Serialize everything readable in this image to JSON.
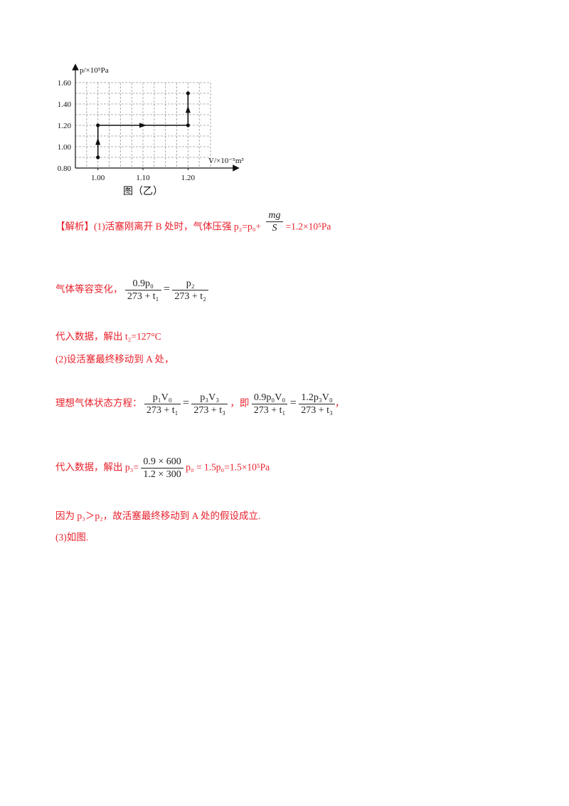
{
  "chart_data": {
    "type": "line",
    "ylabel": "p/×10⁵Pa",
    "xlabel": "V/×10⁻⁵m³",
    "caption": "图（乙）",
    "xlim": [
      0.95,
      1.25
    ],
    "ylim": [
      0.8,
      1.6
    ],
    "xticks": [
      "1.00",
      "1.10",
      "1.20"
    ],
    "yticks": [
      "0.80",
      "1.00",
      "1.20",
      "1.40",
      "1.60"
    ],
    "grid": true,
    "series": [
      {
        "x": [
          1.0,
          1.0,
          1.2,
          1.2
        ],
        "y": [
          0.9,
          1.2,
          1.2,
          1.5
        ]
      }
    ]
  },
  "lines": {
    "l1_tag": "【解析】",
    "l1_text": "(1)活塞刚离开 B 处时，气体压强 p₂=p₀+",
    "l1_frac_num": "mg",
    "l1_frac_den": "S",
    "l1_tail": "=1.2×10⁵Pa",
    "l2_text": "气体等容变化，",
    "l2_f1_num": "0.9p₀",
    "l2_f1_den": "273 + t₁",
    "l2_eq": "=",
    "l2_f2_num": "p₂",
    "l2_f2_den": "273 + t₂",
    "l3_text": "代入数据，解出 t₂=127°C",
    "l4_text": "(2)设活塞最终移动到 A 处，",
    "l5_text": "理想气体状态方程：",
    "l5_f1_num": "p₁V₀",
    "l5_f1_den": "273 + t₁",
    "l5_eq": "=",
    "l5_f2_num": "p₃V₃",
    "l5_f2_den": "273 + t₃",
    "l5_mid": "，即",
    "l5_f3_num": "0.9p₀V₀",
    "l5_f3_den": "273 + t₁",
    "l5_eq2": "=",
    "l5_f4_num": "1.2p₃V₀",
    "l5_f4_den": "273 + t₃",
    "l5_end": "，",
    "l6_text": "代入数据，解出 p₃=",
    "l6_frac_num": "0.9 × 600",
    "l6_frac_den": "1.2 × 300",
    "l6_tail": "p₀ = 1.5p₀=1.5×10⁵Pa",
    "l7_text": "因为 p₃＞p₂，故活塞最终移动到 A 处的假设成立.",
    "l8_text": "(3)如图."
  }
}
